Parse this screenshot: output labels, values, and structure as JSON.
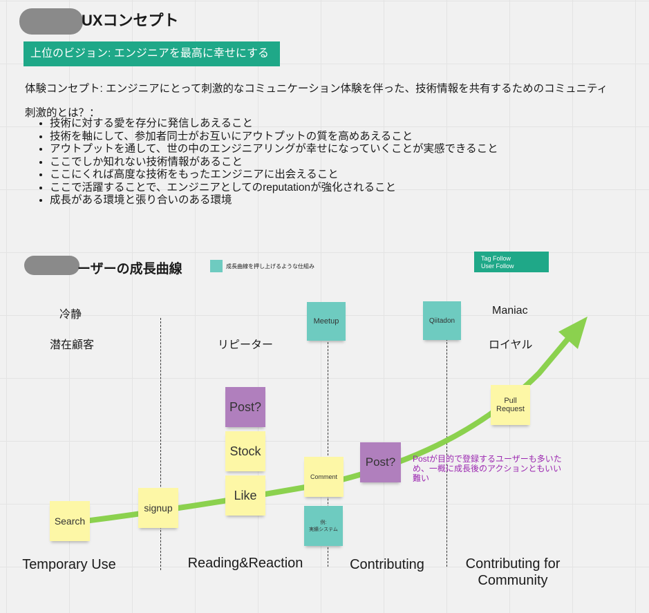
{
  "header": {
    "title": "UXコンセプト",
    "vision": "上位のビジョン: エンジニアを最高に幸せにする"
  },
  "concept": {
    "experience": "体験コンセプト: エンジニアにとって刺激的なコミュニケーション体験を伴った、技術情報を共有するためのコミュニティ",
    "stimulating_heading": "刺激的とは？：",
    "bullets": [
      "技術に対する愛を存分に発信しあえること",
      "技術を軸にして、参加者同士がお互いにアウトプットの質を高めあえること",
      "アウトプットを通して、世の中のエンジニアリングが幸せになっていくことが実感できること",
      "ここでしか知れない技術情報があること",
      "ここにくれば高度な技術をもったエンジニアに出会えること",
      "ここで活躍することで、エンジニアとしてのreputationが強化されること",
      "成長がある環境と張り合いのある環境"
    ]
  },
  "growth": {
    "title": "ーザーの成長曲線",
    "legend": "成長曲線を押し上げるような仕組み",
    "follow_box": [
      "Tag Follow",
      "User Follow"
    ],
    "labels": {
      "calm": "冷静",
      "potential": "潜在顧客",
      "repeater": "リピーター",
      "maniac": "Maniac",
      "loyal": "ロイヤル"
    },
    "stickies": {
      "search": "Search",
      "signup": "signup",
      "post1": "Post?",
      "stock": "Stock",
      "like": "Like",
      "meetup": "Meetup",
      "comment": "Comment",
      "example": "例:\n実績システム",
      "post2": "Post?",
      "qiitadon": "Qiitadon",
      "pull_request": "Pull\nRequest"
    },
    "note": "Postが目的で登録するユーザーも多いため、一概に成長後のアクションともいい難い",
    "stages": [
      "Temporary Use",
      "Reading&Reaction",
      "Contributing",
      "Contributing for Community"
    ],
    "colors": {
      "curve": "#8bd14e",
      "teal": "#6ecbc0",
      "yellow": "#fdf7a6",
      "purple": "#b07fbd",
      "banner": "#1fa888",
      "note": "#9b27b0"
    }
  }
}
